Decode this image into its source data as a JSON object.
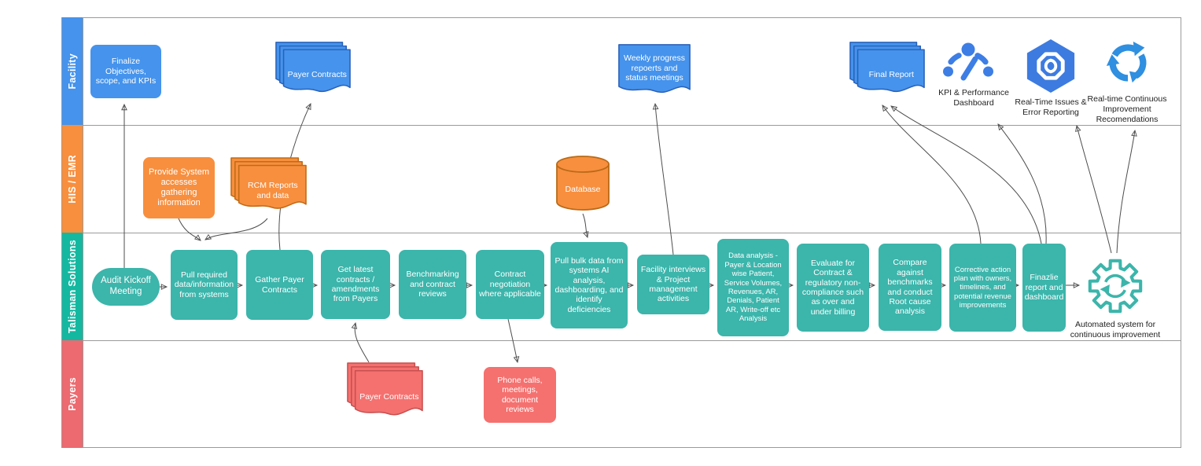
{
  "diagram_type": "swimlane-flowchart",
  "colors": {
    "lane_facility": "#4593ec",
    "lane_his_emr": "#f78f3f",
    "lane_talisman": "#14b8a0",
    "lane_payers": "#ec6a70",
    "node_blue": "#4593ec",
    "node_orange": "#f78f3f",
    "node_teal": "#3cb5ab",
    "node_red": "#f4716f",
    "icon_blue": "#3d7ee5",
    "connector": "#4d4d4d"
  },
  "lanes": [
    {
      "label": "Facility"
    },
    {
      "label": "HIS / EMR"
    },
    {
      "label": "Talisman Solutions"
    },
    {
      "label": "Payers"
    }
  ],
  "nodes": {
    "finalize": "Finalize Objectives, scope, and KPIs",
    "payer_contracts_facility": "Payer Contracts",
    "weekly_progress": "Weekly progress repoerts and status meetings",
    "final_report": "Final Report",
    "kpi_dashboard": "KPI & Performance Dashboard",
    "realtime_issues": "Real-Time Issues & Error Reporting",
    "realtime_ci": "Real-time Continuous Improvement Recomendations",
    "provide_access": "Provide System accesses gathering information",
    "rcm_reports": "RCM Reports and data",
    "database": "Database",
    "audit_kickoff": "Audit Kickoff Meeting",
    "pull_required": "Pull required data/information from systems",
    "gather_payer": "Gather Payer Contracts",
    "get_latest": "Get latest contracts / amendments from Payers",
    "benchmarking": "Benchmarking and contract reviews",
    "contract_negotiation": "Contract negotiation where applicable",
    "pull_bulk": "Pull bulk data from systems AI analysis, dashboarding, and identify deficiencies",
    "facility_interviews": "Facility interviews & Project management activities",
    "data_analysis": "Data analysis - Payer & Location wise Patient, Service Volumes, Revenues, AR, Denials, Patient AR, Write-off etc Analysis",
    "evaluate": "Evaluate for Contract & regulatory non-compliance such as over and under billing",
    "compare": "Compare against benchmarks and conduct Root cause analysis",
    "corrective": "Corrective action plan with owners, timelines, and potential revenue improvements",
    "finazlie": "Finazlie report and dashboard",
    "automated_system": "Automated system for continuous improvement",
    "payer_contracts_payers": "Payer Contracts",
    "phone_calls": "Phone calls, meetings, document reviews"
  },
  "edges": [
    {
      "from": "audit_kickoff",
      "to": "finalize"
    },
    {
      "from": "audit_kickoff",
      "to": "pull_required"
    },
    {
      "from": "provide_access",
      "to": "pull_required"
    },
    {
      "from": "rcm_reports",
      "to": "pull_required"
    },
    {
      "from": "pull_required",
      "to": "gather_payer"
    },
    {
      "from": "gather_payer",
      "to": "payer_contracts_facility"
    },
    {
      "from": "gather_payer",
      "to": "get_latest"
    },
    {
      "from": "payer_contracts_payers",
      "to": "get_latest"
    },
    {
      "from": "get_latest",
      "to": "benchmarking"
    },
    {
      "from": "benchmarking",
      "to": "contract_negotiation"
    },
    {
      "from": "contract_negotiation",
      "to": "phone_calls"
    },
    {
      "from": "contract_negotiation",
      "to": "pull_bulk"
    },
    {
      "from": "database",
      "to": "pull_bulk"
    },
    {
      "from": "pull_bulk",
      "to": "facility_interviews"
    },
    {
      "from": "facility_interviews",
      "to": "weekly_progress"
    },
    {
      "from": "facility_interviews",
      "to": "data_analysis"
    },
    {
      "from": "data_analysis",
      "to": "evaluate"
    },
    {
      "from": "evaluate",
      "to": "compare"
    },
    {
      "from": "compare",
      "to": "corrective"
    },
    {
      "from": "corrective",
      "to": "finazlie"
    },
    {
      "from": "corrective",
      "to": "final_report"
    },
    {
      "from": "finazlie",
      "to": "final_report"
    },
    {
      "from": "finazlie",
      "to": "kpi_dashboard"
    },
    {
      "from": "finazlie",
      "to": "automated_system"
    },
    {
      "from": "automated_system",
      "to": "realtime_issues"
    },
    {
      "from": "automated_system",
      "to": "realtime_ci"
    }
  ]
}
